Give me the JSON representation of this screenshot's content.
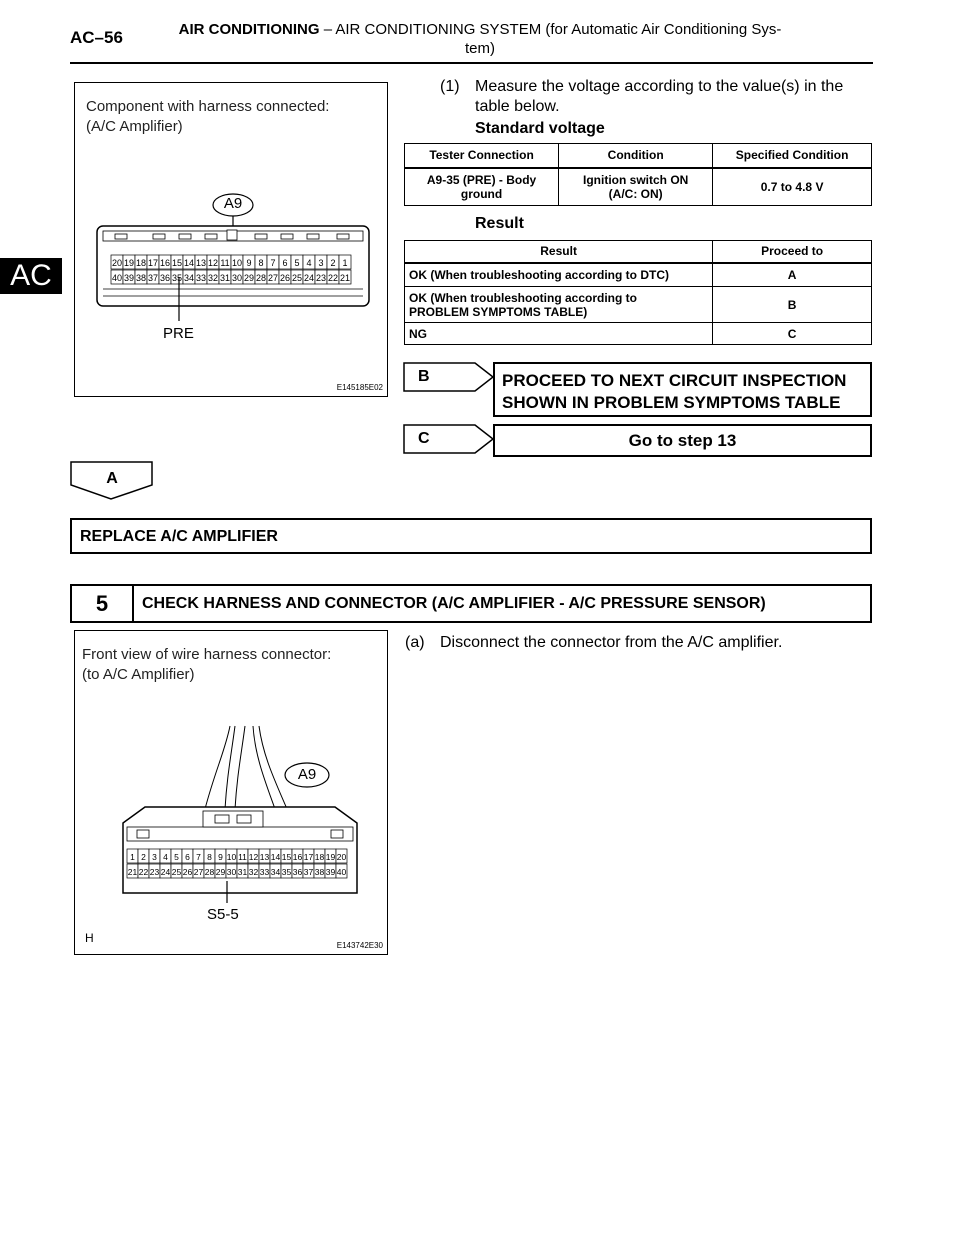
{
  "header": {
    "page_id": "AC–56",
    "section": "AIR CONDITIONING",
    "dash": "–",
    "title_line1": "AIR CONDITIONING SYSTEM (for Automatic Air Conditioning Sys-",
    "title_line2": "tem)",
    "side_tab": "AC"
  },
  "figure1": {
    "caption_line1": "Component with harness connected:",
    "caption_line2": "(A/C Amplifier)",
    "connector_label": "A9",
    "pin_label": "PRE",
    "ref": "E145185E02",
    "top_row": [
      "20",
      "19",
      "18",
      "17",
      "16",
      "15",
      "14",
      "13",
      "12",
      "11",
      "10",
      "9",
      "8",
      "7",
      "6",
      "5",
      "4",
      "3",
      "2",
      "1"
    ],
    "bottom_row": [
      "40",
      "39",
      "38",
      "37",
      "36",
      "35",
      "34",
      "33",
      "32",
      "31",
      "30",
      "29",
      "28",
      "27",
      "26",
      "25",
      "24",
      "23",
      "22",
      "21"
    ]
  },
  "step1": {
    "number": "(1)",
    "text_line1": "Measure the voltage according to the value(s) in the",
    "text_line2": "table below.",
    "standard_heading": "Standard voltage",
    "result_heading": "Result"
  },
  "voltage_table": {
    "headers": [
      "Tester Connection",
      "Condition",
      "Specified Condition"
    ],
    "row": {
      "c1_line1": "A9-35 (PRE) - Body",
      "c1_line2": "ground",
      "c2_line1": "Ignition switch ON",
      "c2_line2": "(A/C: ON)",
      "c3": "0.7 to 4.8 V"
    }
  },
  "result_table": {
    "headers": [
      "Result",
      "Proceed to"
    ],
    "rows": [
      {
        "result_line1": "OK (When troubleshooting according to DTC)",
        "result_line2": "",
        "proceed": "A"
      },
      {
        "result_line1": "OK (When troubleshooting according to",
        "result_line2": "PROBLEM SYMPTOMS TABLE)",
        "proceed": "B"
      },
      {
        "result_line1": "NG",
        "result_line2": "",
        "proceed": "C"
      }
    ]
  },
  "flow": {
    "b_letter": "B",
    "b_text_line1": "PROCEED TO NEXT CIRCUIT INSPECTION",
    "b_text_line2": "SHOWN IN PROBLEM SYMPTOMS TABLE",
    "c_letter": "C",
    "c_text": "Go to step 13",
    "a_letter": "A"
  },
  "replace_box": {
    "text": "REPLACE A/C AMPLIFIER"
  },
  "step5": {
    "number": "5",
    "title": "CHECK HARNESS AND CONNECTOR (A/C AMPLIFIER - A/C PRESSURE SENSOR)"
  },
  "figure2": {
    "caption_line1": "Front view of wire harness connector:",
    "caption_line2": "(to A/C Amplifier)",
    "connector_label": "A9",
    "pin_label": "S5-5",
    "corner_letter": "H",
    "ref": "E143742E30",
    "top_row": [
      "1",
      "2",
      "3",
      "4",
      "5",
      "6",
      "7",
      "8",
      "9",
      "10",
      "11",
      "12",
      "13",
      "14",
      "15",
      "16",
      "17",
      "18",
      "19",
      "20"
    ],
    "bottom_row": [
      "21",
      "22",
      "23",
      "24",
      "25",
      "26",
      "27",
      "28",
      "29",
      "30",
      "31",
      "32",
      "33",
      "34",
      "35",
      "36",
      "37",
      "38",
      "39",
      "40"
    ]
  },
  "step_a": {
    "number": "(a)",
    "text": "Disconnect the connector from the A/C amplifier."
  }
}
